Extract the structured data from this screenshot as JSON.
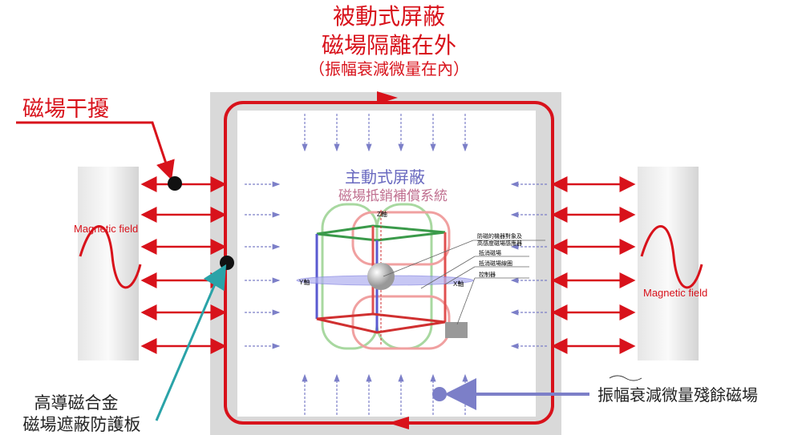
{
  "title": {
    "line1": "被動式屏蔽",
    "line2": "磁場隔離在外",
    "line3": "（振幅衰減微量在內）"
  },
  "labels": {
    "interference": "磁場干擾",
    "magnetic_field_left": "Magnetic field",
    "magnetic_field_right": "Magnetic field",
    "active_title": "主動式屏蔽",
    "active_subtitle": "磁場抵銷補償系統",
    "alloy_line1": "高導磁合金",
    "alloy_line2": "磁場遮蔽防護板",
    "residual": "振幅衰減微量殘餘磁場"
  },
  "cube": {
    "z_axis": "Z軸",
    "y_axis": "Y軸",
    "x_axis": "X軸",
    "callouts": [
      "防磁的機器對象及",
      "高感度磁場感應器",
      "抵消磁場",
      "抵消磁場線圈",
      "控制器"
    ]
  },
  "colors": {
    "red": "#d8121b",
    "blue": "#7c7fc8",
    "teal": "#2aa3a8",
    "gray": "#d9d9d9"
  }
}
